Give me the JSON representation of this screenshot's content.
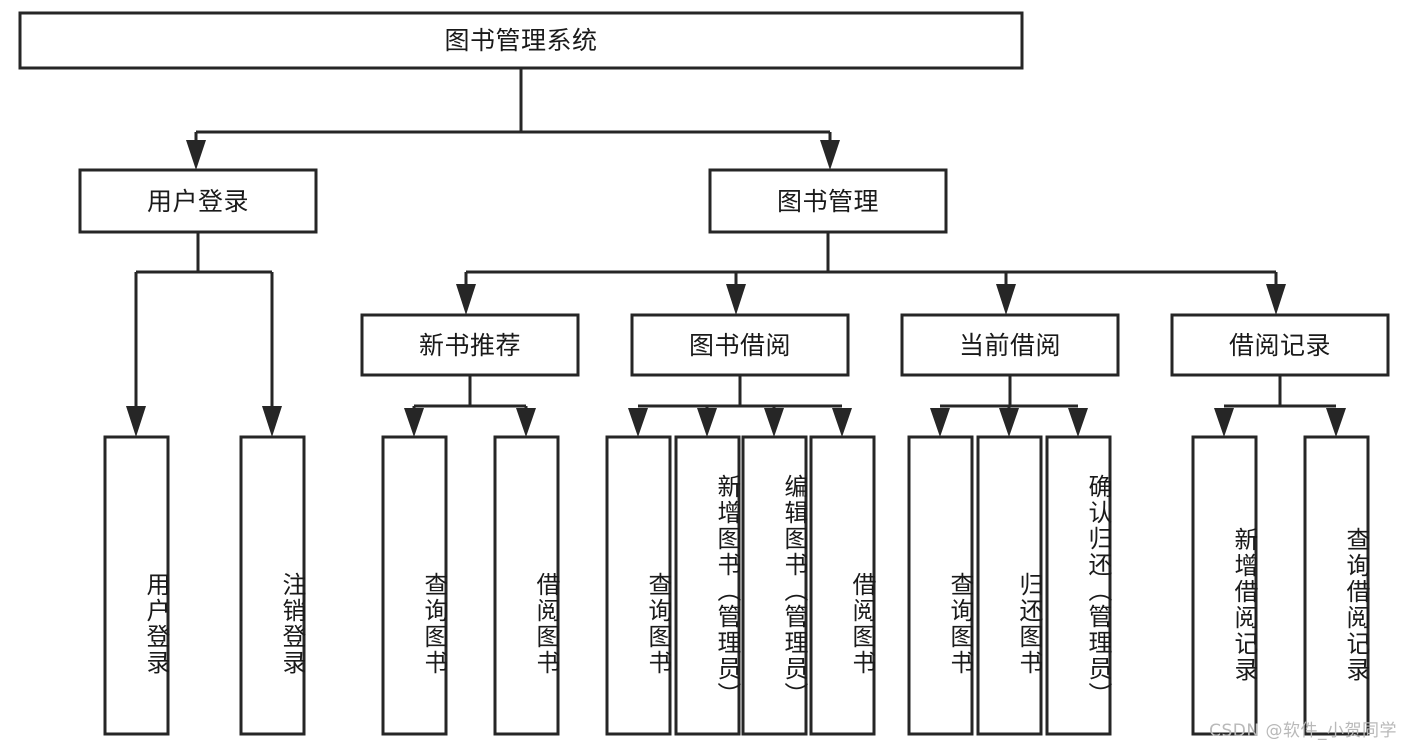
{
  "diagram": {
    "type": "tree-hierarchy",
    "title": "图书管理系统",
    "orientation": "top-down",
    "colors": {
      "box_stroke": "#262626",
      "box_fill": "#ffffff",
      "connector": "#262626",
      "text": "#1a1a1a",
      "watermark": "#b9b9b9",
      "background": "#ffffff"
    }
  },
  "root": {
    "label": "图书管理系统"
  },
  "level2": [
    {
      "label": "用户登录"
    },
    {
      "label": "图书管理"
    }
  ],
  "level3": [
    {
      "label": "新书推荐"
    },
    {
      "label": "图书借阅"
    },
    {
      "label": "当前借阅"
    },
    {
      "label": "借阅记录"
    }
  ],
  "leaves": {
    "user_login": [
      {
        "label": "用户登录"
      },
      {
        "label": "注销登录"
      }
    ],
    "new_book_recommend": [
      {
        "label": "查询图书"
      },
      {
        "label": "借阅图书"
      }
    ],
    "book_borrow": [
      {
        "label": "查询图书"
      },
      {
        "label": "新增图书（管理员）"
      },
      {
        "label": "编辑图书（管理员）"
      },
      {
        "label": "借阅图书"
      }
    ],
    "current_borrow": [
      {
        "label": "查询图书"
      },
      {
        "label": "归还图书"
      },
      {
        "label": "确认归还（管理员）"
      }
    ],
    "borrow_records": [
      {
        "label": "新增借阅记录"
      },
      {
        "label": "查询借阅记录"
      }
    ]
  },
  "watermark": {
    "text": "CSDN @软件_小贺同学"
  }
}
